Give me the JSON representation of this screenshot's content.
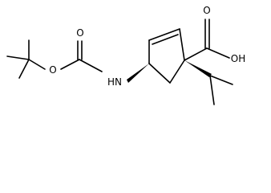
{
  "molecule": {
    "atoms": {
      "O_carbonyl_acid": "O",
      "OH_acid": "OH",
      "O_carbonyl_boc": "O",
      "O_ester_boc": "O",
      "NH": "HN"
    }
  },
  "colors": {
    "bond": "#000000",
    "label": "#000000",
    "background": "#ffffff"
  }
}
